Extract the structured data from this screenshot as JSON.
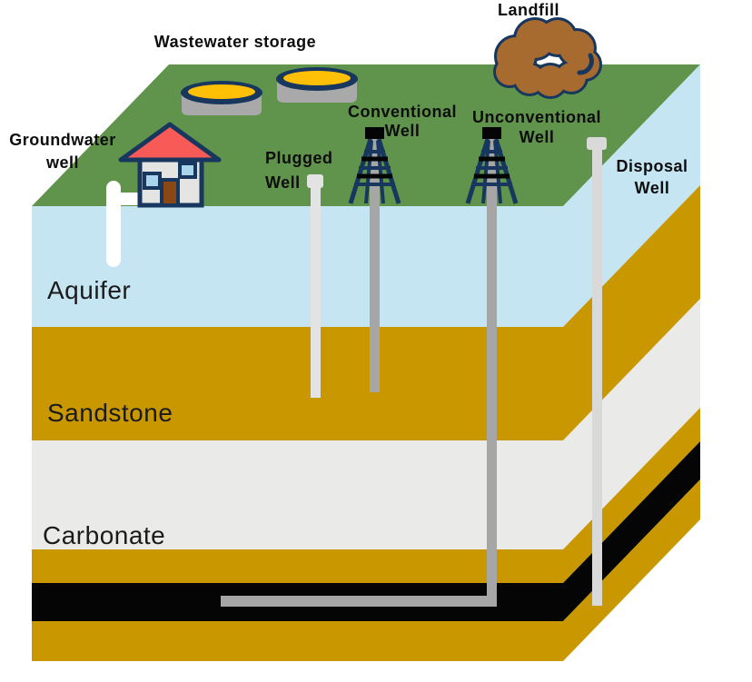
{
  "diagram": {
    "subject": "Cross-section of subsurface layers with well types and surface contamination sources"
  },
  "labels": {
    "landfill": "Landfill",
    "wastewater_storage": "Wastewater storage",
    "groundwater_well": {
      "line1": "Groundwater",
      "line2": "well"
    },
    "plugged_well": {
      "line1": "Plugged",
      "line2": "Well"
    },
    "conventional_well": {
      "line1": "Conventional",
      "line2": "Well"
    },
    "unconventional_well": {
      "line1": "Unconventional",
      "line2": "Well"
    },
    "disposal_well": {
      "line1": "Disposal",
      "line2": "Well"
    }
  },
  "layers": {
    "surface": {
      "color": "#60934b"
    },
    "aquifer": {
      "label": "Aquifer",
      "color": "#c5e5f3"
    },
    "sandstone": {
      "label": "Sandstone",
      "color": "#c99700"
    },
    "carbonate": {
      "label": "Carbonate",
      "color": "#eaeae8"
    },
    "shale": {
      "color": "#050505"
    },
    "deep_sandstone": {
      "color": "#c99700"
    }
  },
  "wells": {
    "groundwater_color": "#ffffff",
    "plugged_color": "#e3e3e3",
    "conventional_color": "#a6a6a6",
    "unconventional_color": "#a6a6a6",
    "disposal_color": "#d9d9d9"
  },
  "icons": {
    "landfill_brown": "#a76b30",
    "outline_navy": "#17375e",
    "derrick_navy": "#17375e",
    "house_wall": "#e4e4e2",
    "house_roof_red": "#f85b57",
    "house_door_brown": "#8b4715",
    "house_window_blue": "#a9d4ee",
    "tank_body_gray": "#a9a9a9",
    "tank_top_yellow": "#fec006"
  },
  "text_color": "#0d0d0d"
}
